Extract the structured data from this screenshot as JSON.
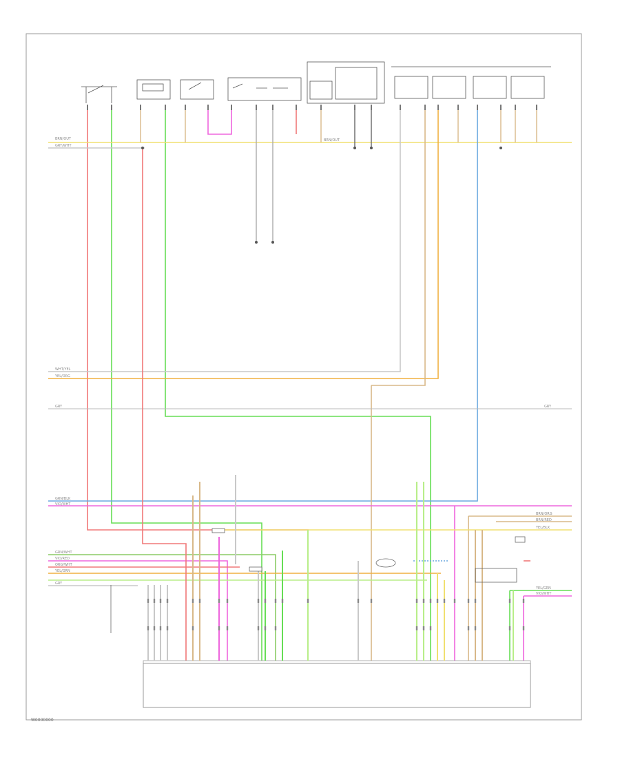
{
  "page_code": "W0000000",
  "wire_labels": {
    "bat_left": "BRN/OUT",
    "ign_left": "GRY/WHT",
    "bat_top": "BRN/OUT",
    "wht_yel": "WHT/YEL",
    "yel_org": "YEL/ORG",
    "gry_left": "GRY",
    "gry_right": "GRY",
    "grn_blk": "GRN/BLK",
    "vio_wht": "VIO/WHT",
    "brn_org": "BRN/ORG",
    "brn_red": "BRN/RED",
    "yel_blk": "YEL/BLK",
    "grn_wht": "GRN/WHT",
    "vio_red": "VIO/RED",
    "org_wht": "ORG/WHT",
    "yel_grn": "YEL/GRN",
    "gry2": "GRY",
    "yel_grn_r": "YEL/GRN",
    "vio_wht_r": "VIO/WHT"
  },
  "colors": {
    "red": "#f07878",
    "green": "#66dd55",
    "yellow": "#f0e070",
    "orange": "#f0b040",
    "pink": "#ee66dd",
    "blue": "#6aa8e0",
    "tan": "#d8b888",
    "light_gray": "#c8c8c8",
    "light_green": "#b8ee88",
    "frame": "#999999"
  }
}
